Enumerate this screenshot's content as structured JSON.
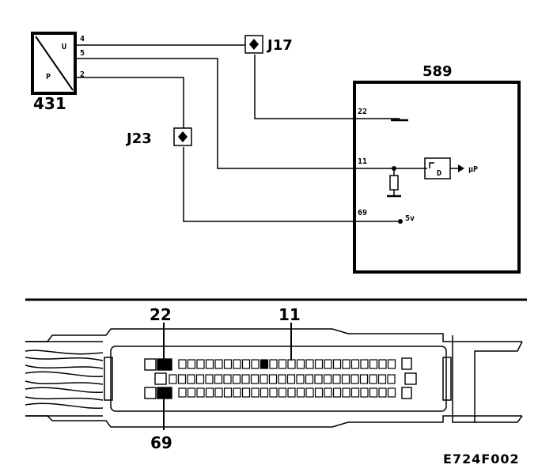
{
  "schematic": {
    "sensor": {
      "label": "431",
      "pins": [
        "4",
        "5",
        "2"
      ],
      "u_letter": "U",
      "p_letter": "P"
    },
    "connectors": [
      {
        "id": "J17",
        "label": "J17"
      },
      {
        "id": "J23",
        "label": "J23"
      }
    ],
    "ecu": {
      "label": "589",
      "pins": [
        "22",
        "11",
        "69"
      ],
      "supply_label": "5v",
      "output_label": "µP",
      "block_letter": "D"
    }
  },
  "connector_view": {
    "pin_labels": [
      "22",
      "11",
      "69"
    ]
  },
  "figure_code": "E724F002",
  "colors": {
    "ink": "#000000",
    "paper": "#ffffff"
  }
}
